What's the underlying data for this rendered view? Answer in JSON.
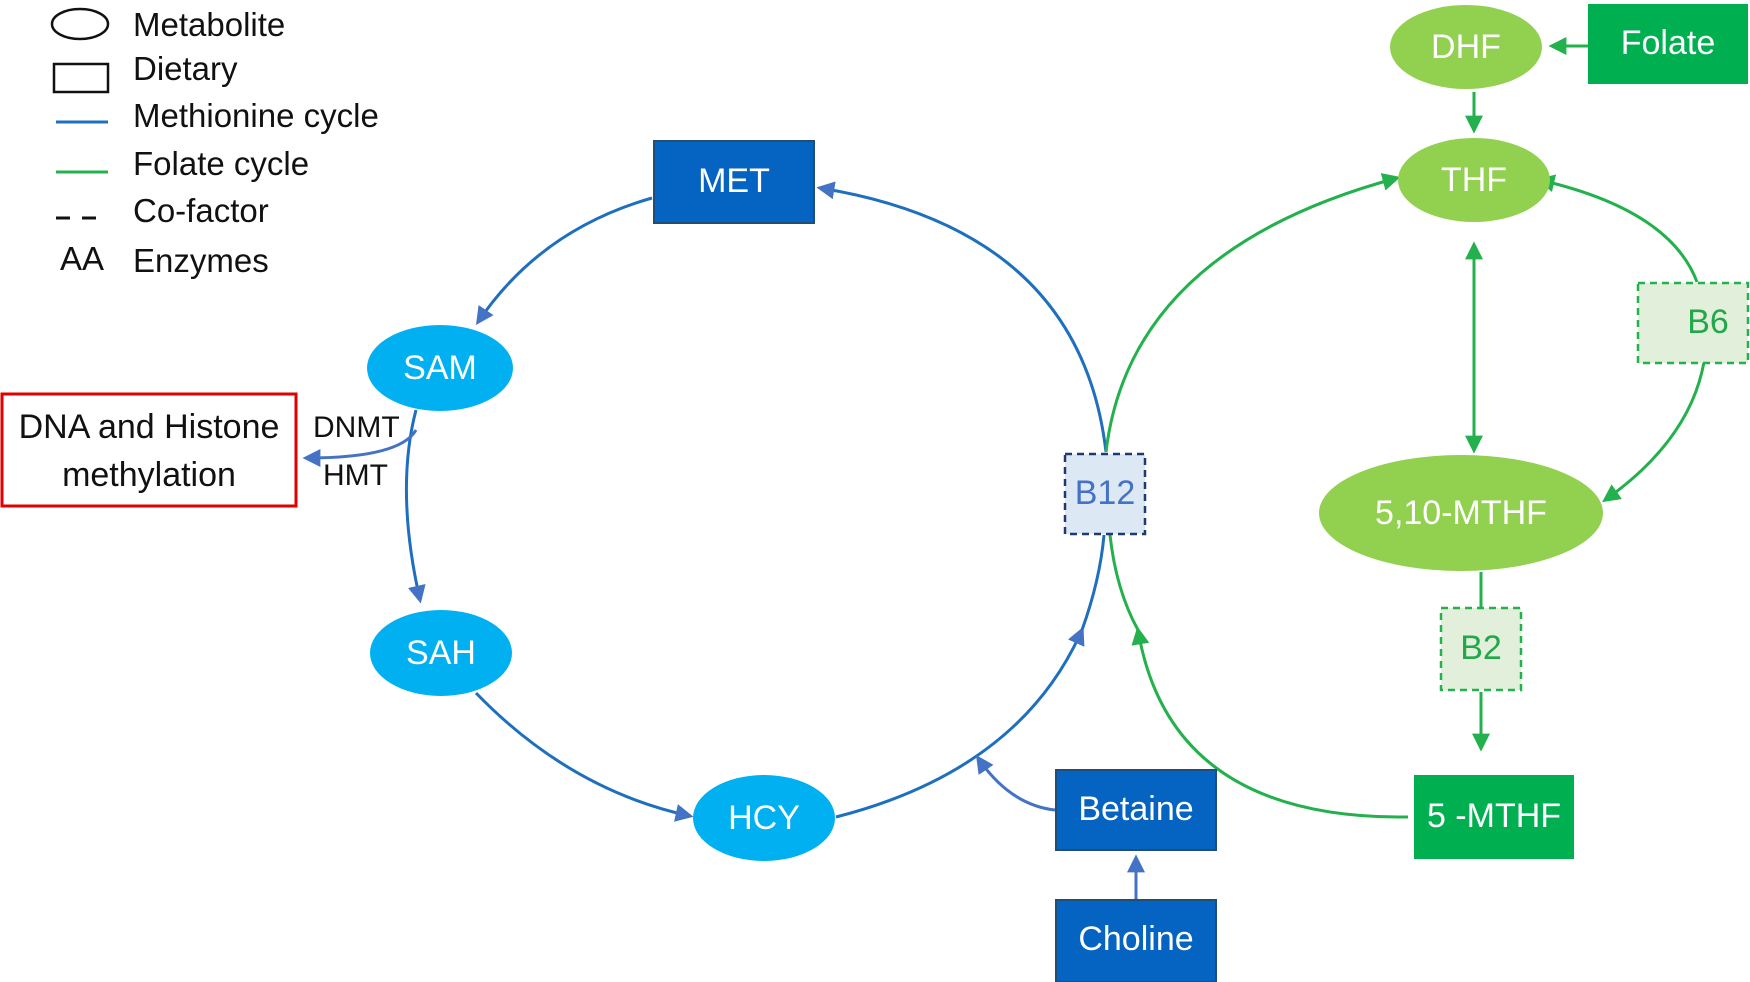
{
  "legend": {
    "metabolite": "Metabolite",
    "dietary": "Dietary",
    "methionine_cycle": "Methionine cycle",
    "folate_cycle": "Folate cycle",
    "cofactor": "Co-factor",
    "enzymes_symbol": "AA",
    "enzymes": "Enzymes"
  },
  "methionine": {
    "met": "MET",
    "sam": "SAM",
    "sah": "SAH",
    "hcy": "HCY",
    "betaine": "Betaine",
    "choline": "Choline",
    "b12": "B12",
    "output_line1": "DNA and Histone",
    "output_line2": "methylation",
    "enzyme_dnmt": "DNMT",
    "enzyme_hmt": "HMT"
  },
  "folate": {
    "dhf": "DHF",
    "folate": "Folate",
    "thf": "THF",
    "b6": "B6",
    "mthf_510": "5,10-MTHF",
    "b2": "B2",
    "mthf_5": "5 -MTHF"
  },
  "colors": {
    "methionine_line": "#1f6fbf",
    "folate_line": "#22b14c",
    "metabolite_blue": "#00b0f0",
    "dietary_blue": "#0563c1",
    "metabolite_green": "#92d050",
    "dietary_green": "#00b050",
    "arrow_blue": "#4472c4",
    "output_border": "#e00000"
  }
}
